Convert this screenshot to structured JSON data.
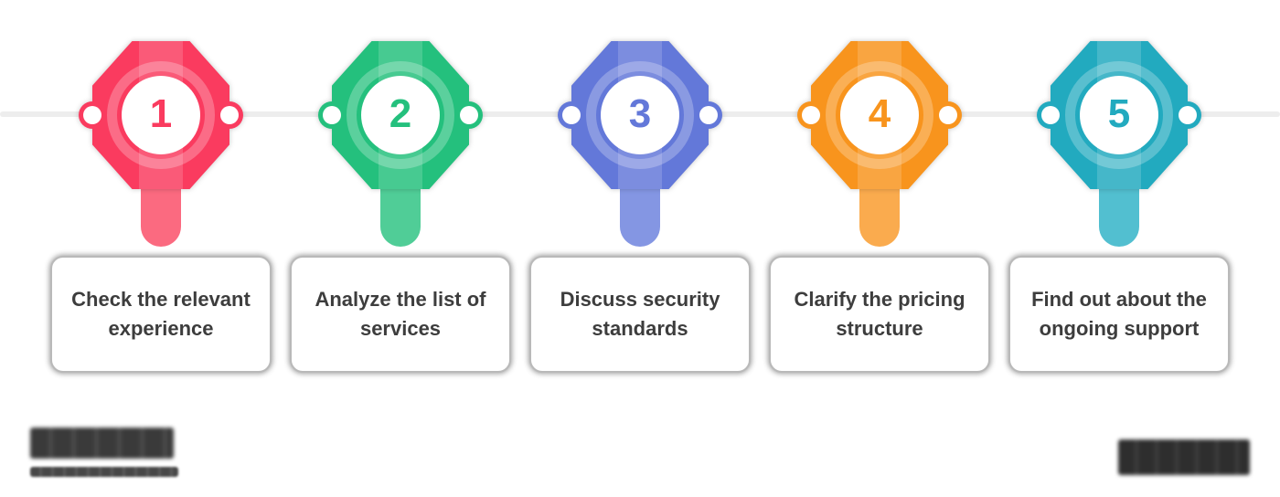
{
  "steps": [
    {
      "number": "1",
      "label": "Check the relevant experience",
      "color": "#FA3B5F",
      "color_light": "#FB6A80"
    },
    {
      "number": "2",
      "label": "Analyze the list of services",
      "color": "#24C07D",
      "color_light": "#50CD97"
    },
    {
      "number": "3",
      "label": "Discuss security standards",
      "color": "#6378D9",
      "color_light": "#8496E3"
    },
    {
      "number": "4",
      "label": "Clarify the pricing structure",
      "color": "#F8941D",
      "color_light": "#FAAB4E"
    },
    {
      "number": "5",
      "label": "Find out about the ongoing support",
      "color": "#22AABF",
      "color_light": "#52BFD0"
    }
  ],
  "line": {
    "color": "#ededed"
  },
  "card_style": {
    "text_color": "#3d3d3d",
    "background": "#ffffff"
  },
  "footer": {
    "left_logo": "blurred (redacted) company wordmark",
    "left_tagline": "blurred (redacted) tagline",
    "right_logo": "blurred (redacted) wordmark"
  }
}
